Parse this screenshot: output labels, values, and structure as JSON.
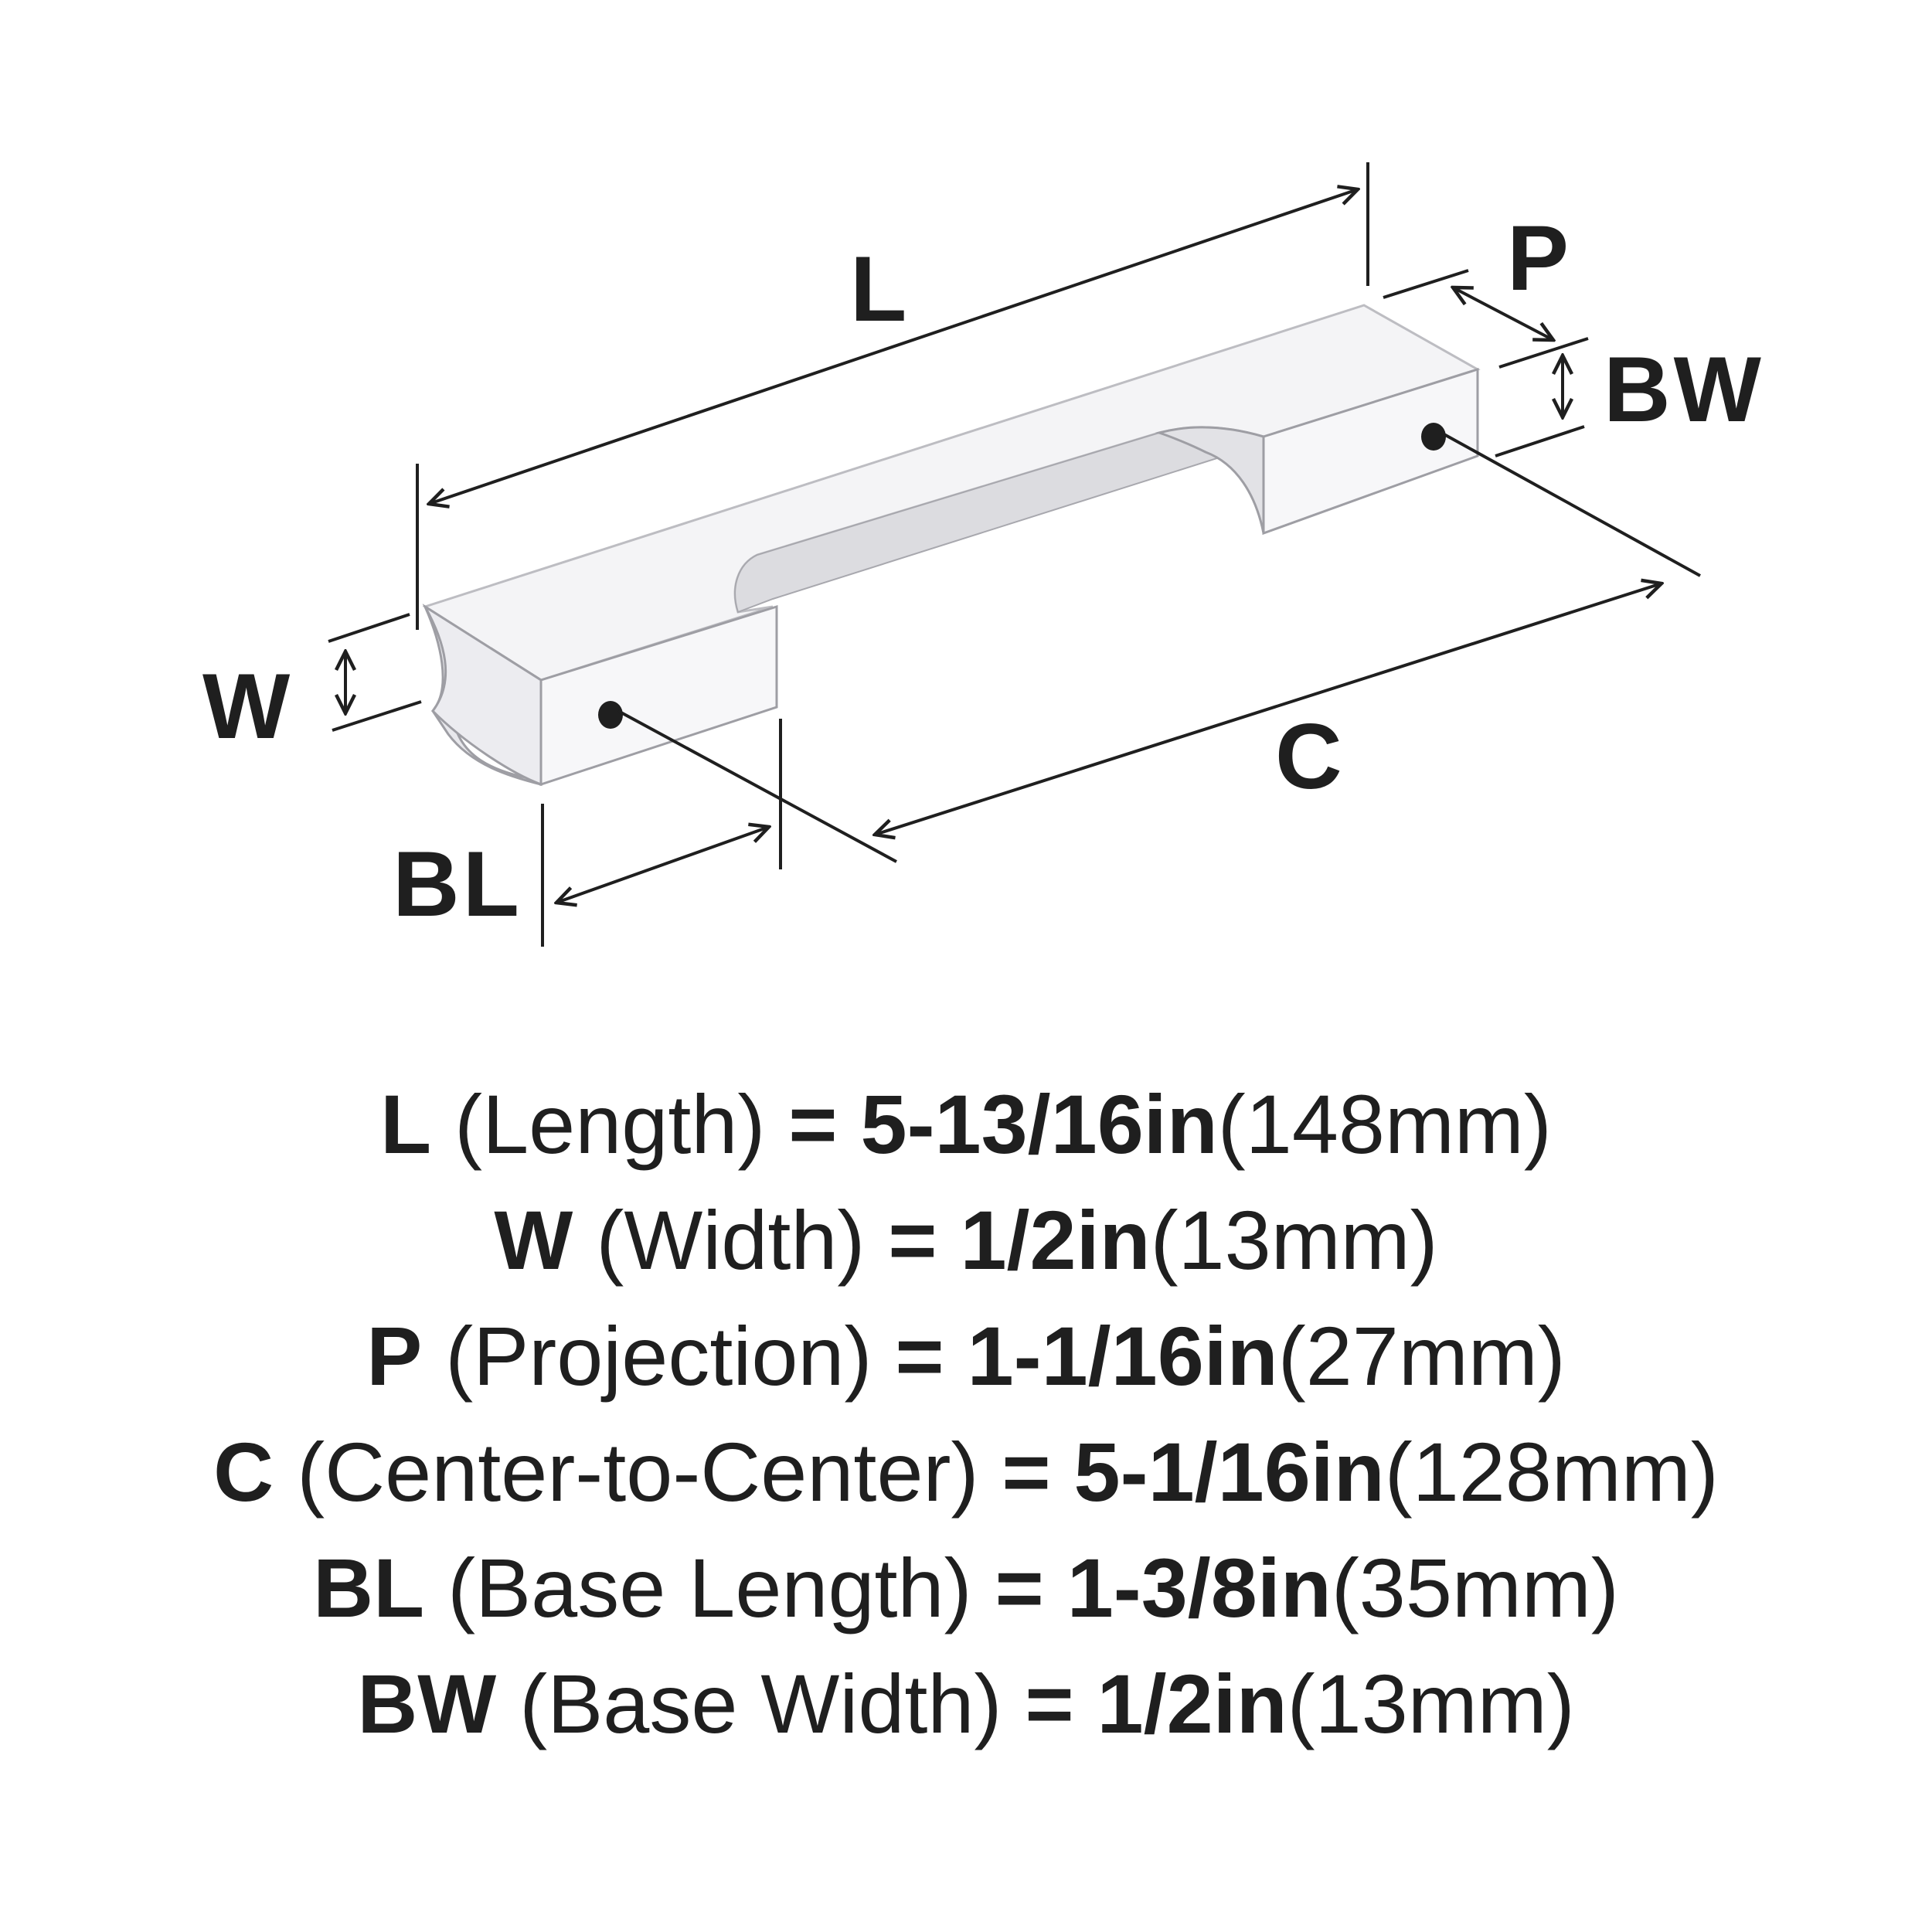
{
  "diagram": {
    "labels": {
      "L": "L",
      "P": "P",
      "BW": "BW",
      "W": "W",
      "C": "C",
      "BL": "BL"
    },
    "line_color": "#1f1f1f"
  },
  "specs": [
    {
      "code": "L",
      "desc": "(Length)",
      "eq": "=",
      "imperial": "5-13/16in",
      "metric": "(148mm)"
    },
    {
      "code": "W",
      "desc": "(Width)",
      "eq": "=",
      "imperial": "1/2in",
      "metric": "(13mm)"
    },
    {
      "code": "P",
      "desc": "(Projection)",
      "eq": "=",
      "imperial": "1-1/16in",
      "metric": "(27mm)"
    },
    {
      "code": "C",
      "desc": "(Center-to-Center)",
      "eq": "=",
      "imperial": "5-1/16in",
      "metric": "(128mm)"
    },
    {
      "code": "BL",
      "desc": "(Base Length)",
      "eq": "=",
      "imperial": "1-3/8in",
      "metric": "(35mm)"
    },
    {
      "code": "BW",
      "desc": "(Base Width)",
      "eq": "=",
      "imperial": "1/2in",
      "metric": "(13mm)"
    }
  ]
}
